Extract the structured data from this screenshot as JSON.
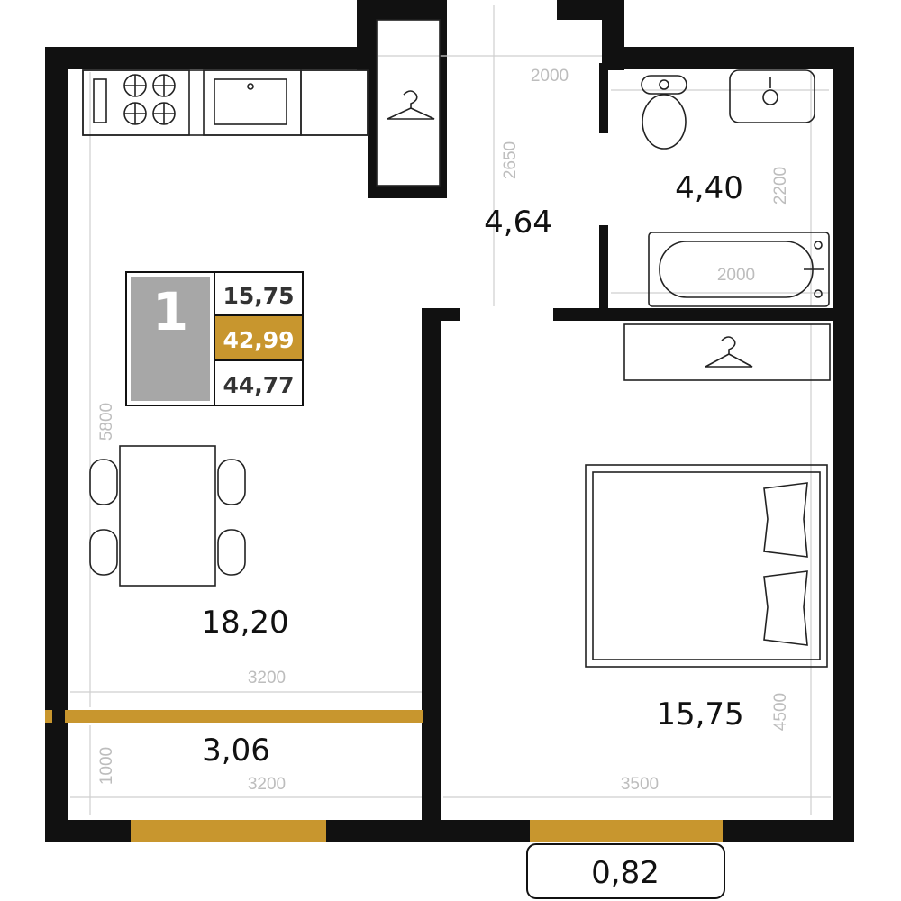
{
  "summary": {
    "rooms": "1",
    "living_area": "15,75",
    "total_area": "42,99",
    "total_area_with_balcony": "44,77"
  },
  "rooms": {
    "kitchen_living": "18,20",
    "hall": "4,64",
    "bathroom": "4,40",
    "bedroom": "15,75",
    "balcony": "3,06",
    "loggia": "0,82"
  },
  "dimensions": {
    "kitchen_height": "5800",
    "kitchen_width": "3200",
    "balcony_width": "3200",
    "balcony_depth": "1000",
    "hall_length": "2650",
    "bath_width_top": "2000",
    "bath_depth": "2200",
    "bath_width_bottom": "2000",
    "bedroom_width": "3500",
    "bedroom_depth": "4500"
  },
  "colors": {
    "wall": "#111111",
    "accent": "#c8962e",
    "badge_gray": "#a7a7a7"
  }
}
